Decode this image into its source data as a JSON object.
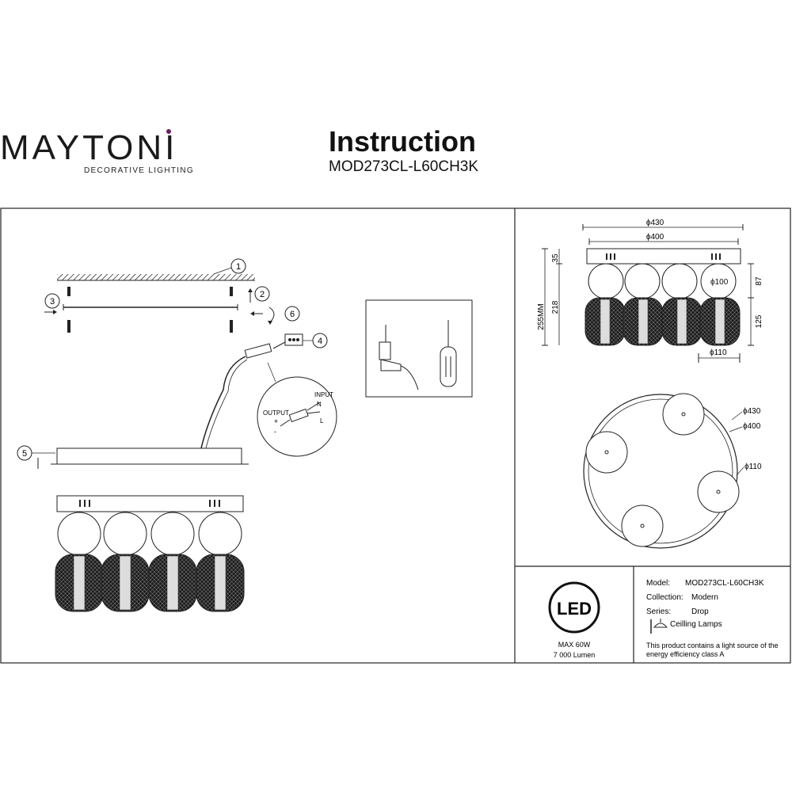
{
  "header": {
    "brand": "MAYTONI",
    "brand_tagline": "DECORATIVE LIGHTING",
    "title": "Instruction",
    "model_code": "MOD273CL-L60CH3K"
  },
  "install_steps": {
    "callouts": [
      "1",
      "2",
      "3",
      "4",
      "5",
      "6"
    ],
    "wiring": {
      "input": "INPUT",
      "output": "OUTPUT",
      "n": "N",
      "l": "L",
      "plus": "+",
      "minus": "-"
    }
  },
  "dimensions": {
    "top_width_outer": "ϕ430",
    "top_width_inner": "ϕ400",
    "height_total": "255MM",
    "height_body": "218",
    "height_base": "35",
    "height_upper": "87",
    "height_lower": "125",
    "globe_diameter": "ϕ100",
    "shade_diameter": "ϕ110",
    "plan_outer": "ϕ430",
    "plan_inner": "ϕ400",
    "plan_shade": "ϕ110"
  },
  "product_info": {
    "led_badge": "LED",
    "max_power": "MAX 60W",
    "lumen": "7 000 Lumen",
    "rows": [
      {
        "key": "Model:",
        "value": "MOD273CL-L60CH3K"
      },
      {
        "key": "Collection:",
        "value": "Modern"
      },
      {
        "key": "Series:",
        "value": "Drop"
      }
    ],
    "category": "Ceilling Lamps",
    "energy_note_1": "This product contains a light source of the",
    "energy_note_2": "energy efficiency class A"
  }
}
